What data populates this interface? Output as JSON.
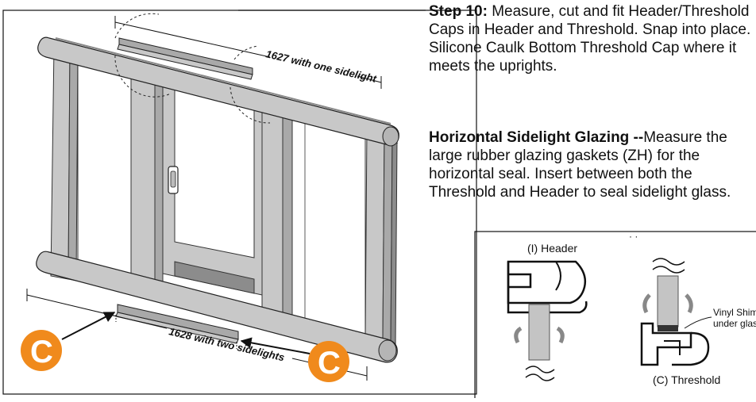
{
  "instructions": {
    "step_heading": "Step 10:",
    "step_text": " Measure, cut and fit Header/Threshold Caps in Header and Threshold. Snap into place. Silicone Caulk Bottom Threshold Cap where it meets the uprights.",
    "glazing_heading": "Horizontal Sidelight Glazing --",
    "glazing_text": "Measure the large rubber glazing gaskets (ZH) for the horizontal seal. Insert between both the Threshold and Header to seal sidelight glass."
  },
  "assembly": {
    "header_dimension": "1627 with one sidelight",
    "threshold_dimension": "1628 with two sidelights",
    "callout_letter": "C"
  },
  "detail": {
    "header_label": "(I) Header",
    "threshold_label": "(C) Threshold",
    "shim_label_line1": "Vinyl Shim",
    "shim_label_line2": "under glass"
  },
  "colors": {
    "frame_fill": "#c8c8c8",
    "frame_shade": "#a9a9a9",
    "frame_dark": "#8c8c8c",
    "callout": "#f08a1c",
    "line": "#111111"
  }
}
